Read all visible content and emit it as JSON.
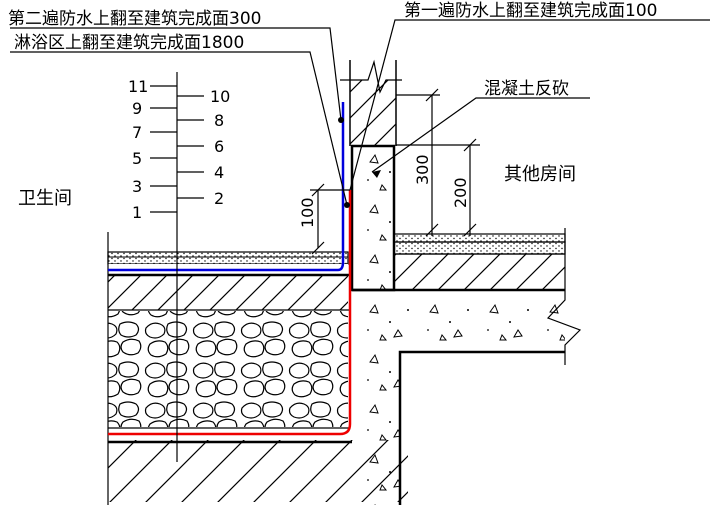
{
  "labels": {
    "second_coat": "第二遍防水上翻至建筑完成面300",
    "shower_area": "淋浴区上翻至建筑完成面1800",
    "first_coat": "第一遍防水上翻至建筑完成面100",
    "concrete_curb": "混凝土反砍",
    "bathroom": "卫生间",
    "other_room": "其他房间"
  },
  "layer_numbers": {
    "left": [
      "11",
      "9",
      "7",
      "5",
      "3",
      "1"
    ],
    "right": [
      "10",
      "8",
      "6",
      "4",
      "2"
    ]
  },
  "dimensions": {
    "d300": "300",
    "d200": "200",
    "d100": "100"
  },
  "colors": {
    "second_coat_line": "#0000dd",
    "first_coat_line": "#ee0000",
    "ink": "#000000"
  }
}
